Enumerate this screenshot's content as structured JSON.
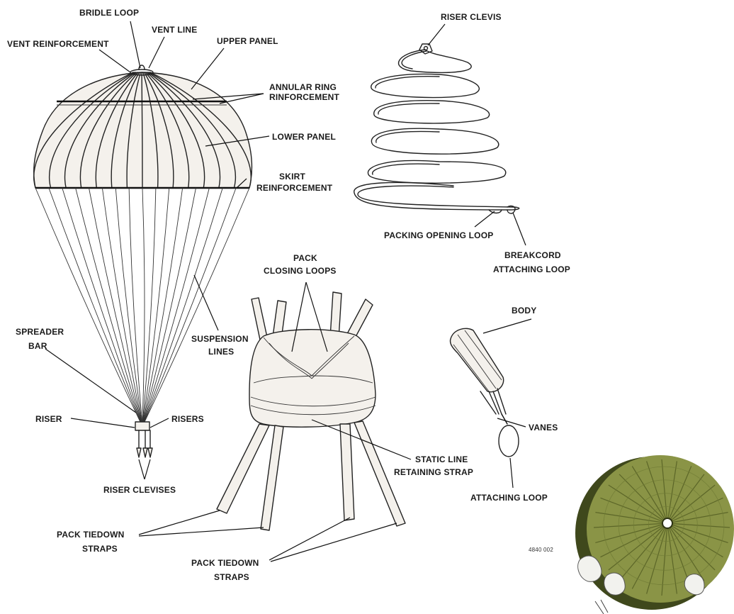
{
  "labels": {
    "bridle_loop": "BRIDLE LOOP",
    "vent_line": "VENT LINE",
    "vent_reinforcement": "VENT REINFORCEMENT",
    "upper_panel": "UPPER PANEL",
    "annular_ring_1": "ANNULAR RING",
    "annular_ring_2": "RINFORCEMENT",
    "lower_panel": "LOWER PANEL",
    "skirt_1": "SKIRT",
    "skirt_2": "REINFORCEMENT",
    "riser_clevis": "RISER CLEVIS",
    "packing_opening_loop": "PACKING OPENING LOOP",
    "breakcord_1": "BREAKCORD",
    "breakcord_2": "ATTACHING LOOP",
    "pack_closing_1": "PACK",
    "pack_closing_2": "CLOSING LOOPS",
    "suspension_1": "SUSPENSION",
    "suspension_2": "LINES",
    "spreader_1": "SPREADER",
    "spreader_2": "BAR",
    "riser": "RISER",
    "risers": "RISERS",
    "riser_clevises": "RISER CLEVISES",
    "body": "BODY",
    "vanes": "VANES",
    "static_line_1": "STATIC LINE",
    "static_line_2": "RETAINING STRAP",
    "attaching_loop": "ATTACHING LOOP",
    "pack_tiedown_left_1": "PACK TIEDOWN",
    "pack_tiedown_left_2": "STRAPS",
    "pack_tiedown_right_1": "PACK TIEDOWN",
    "pack_tiedown_right_2": "STRAPS",
    "figure_code": "4840 002"
  },
  "colors": {
    "ink": "#222222",
    "canopy_green": "#8a9446",
    "canopy_dark": "#4f5a26"
  }
}
